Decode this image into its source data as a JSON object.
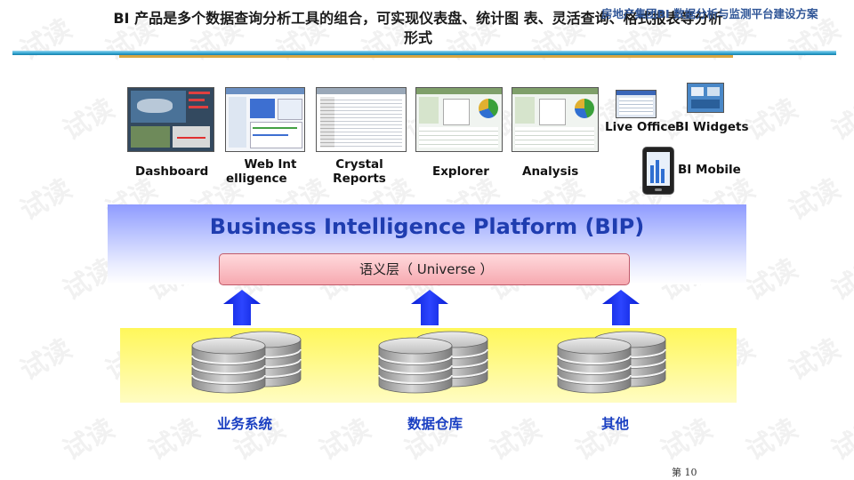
{
  "header": {
    "title": "BI 产品是多个数据查询分析工具的组合，可实现仪表盘、统计图 表、灵活查询、格式报表等分析形式",
    "right_text": "房地产集团BI 数据分析与监测平台建设方案"
  },
  "products": [
    {
      "label_lines": [
        "Dashboard"
      ]
    },
    {
      "label_lines": [
        "Web Int",
        "elligence"
      ]
    },
    {
      "label_lines": [
        "Crystal",
        "Reports"
      ]
    },
    {
      "label_lines": [
        "Explorer"
      ]
    },
    {
      "label_lines": [
        "Analysis"
      ]
    },
    {
      "label_lines": [
        "Live Office"
      ]
    },
    {
      "label_lines": [
        "BI Widgets"
      ]
    },
    {
      "label_lines": [
        "BI Mobile"
      ]
    }
  ],
  "platform": {
    "title": "Business Intelligence Platform (BIP)",
    "semantic_layer": "语义层（ Universe ）"
  },
  "sources": [
    {
      "label": "业务系统"
    },
    {
      "label": "数据仓库"
    },
    {
      "label": "其他"
    }
  ],
  "watermark": "试读",
  "footer": {
    "page_number": "第 10"
  },
  "colors": {
    "platform_title": "#1f3db0",
    "arrow": "#0a1fd6",
    "source_label": "#1a3fc2",
    "data_band": "#fff75a",
    "semantic_layer": "#f6a9b0"
  }
}
